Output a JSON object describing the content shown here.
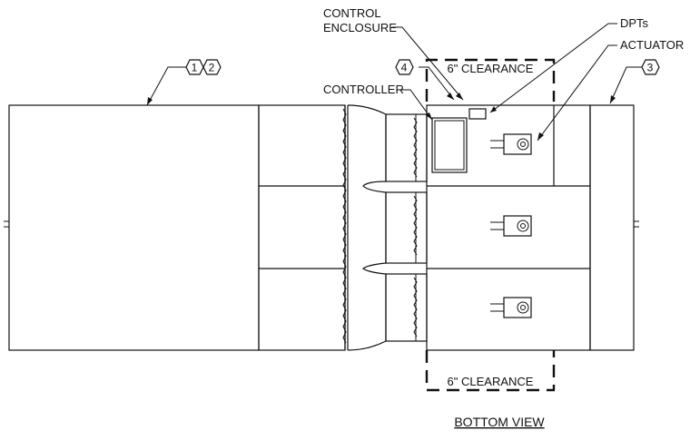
{
  "labels": {
    "control_enclosure_line1": "CONTROL",
    "control_enclosure_line2": "ENCLOSURE",
    "dpts": "DPTs",
    "actuator": "ACTUATOR",
    "controller": "CONTROLLER",
    "clearance_top": "6\" CLEARANCE",
    "clearance_bottom": "6\" CLEARANCE",
    "view_title": "BOTTOM VIEW"
  },
  "tags": {
    "tag_1": "1",
    "tag_2": "2",
    "tag_3": "3",
    "tag_4": "4"
  }
}
